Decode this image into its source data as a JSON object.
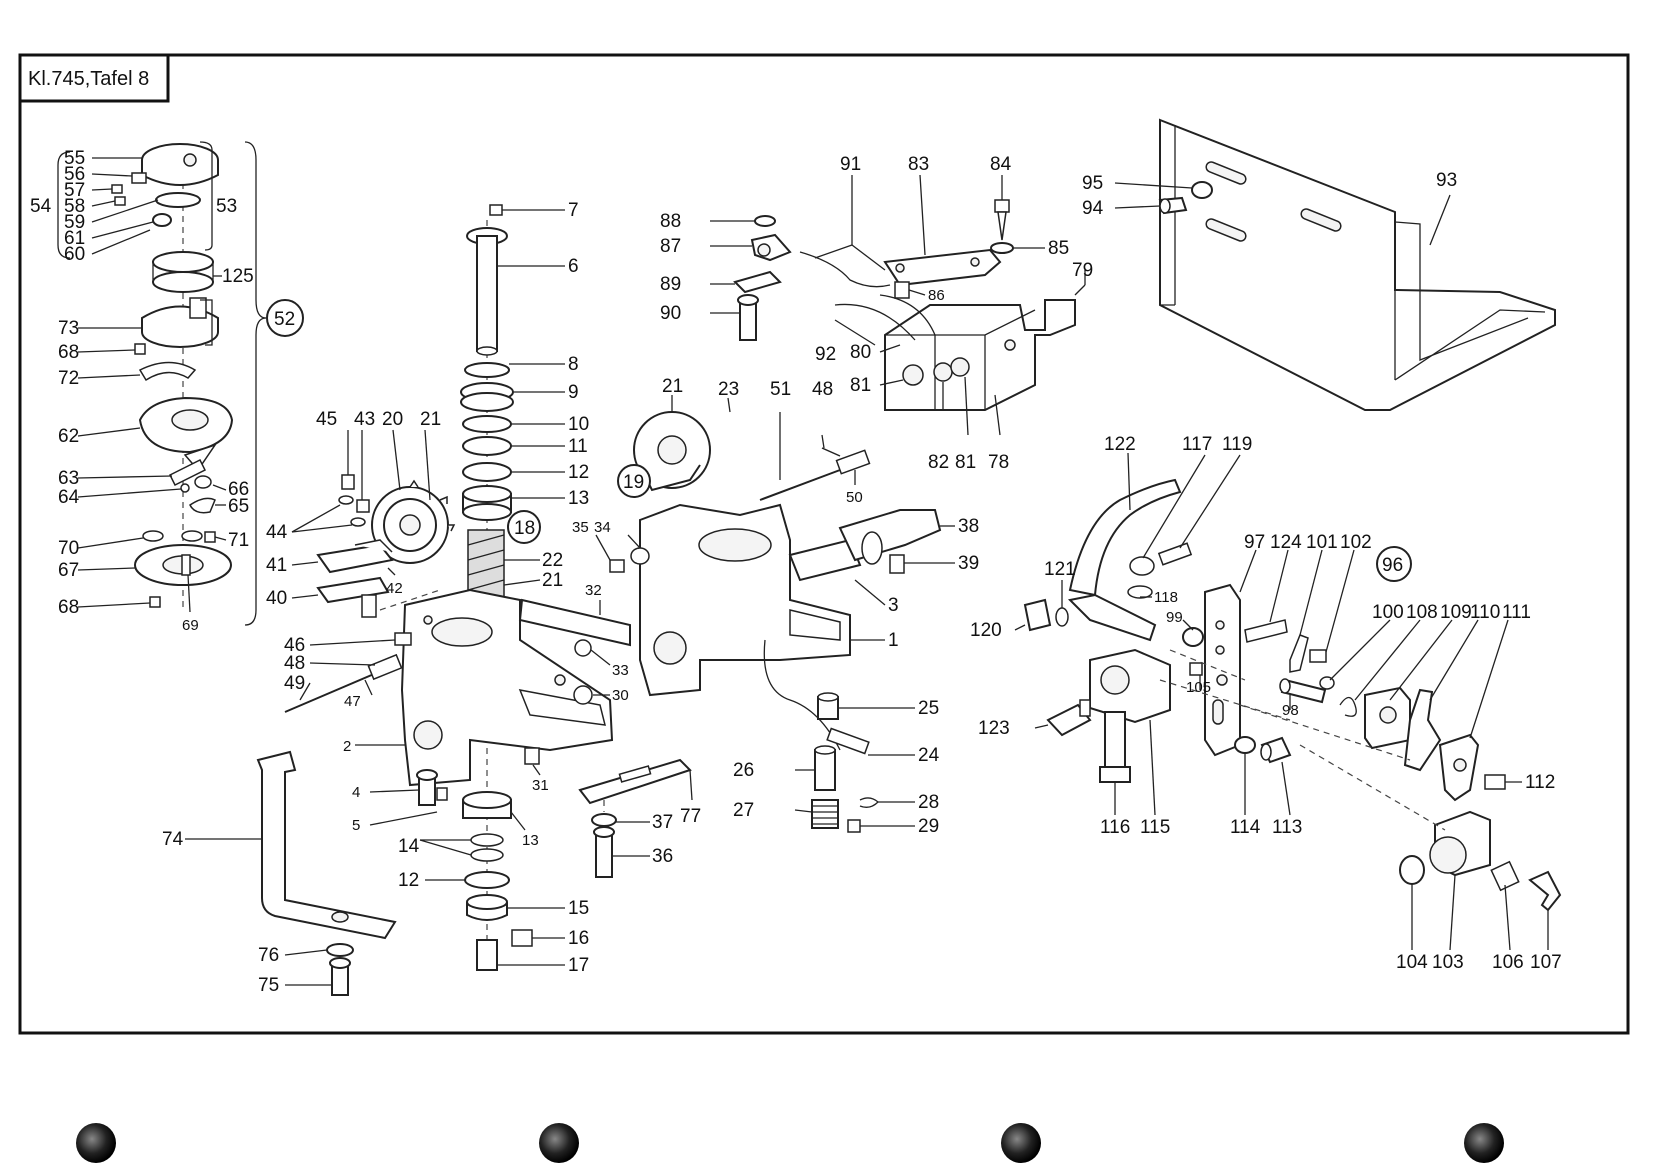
{
  "sheet": {
    "title": "Kl.745,Tafel 8"
  },
  "labels": {
    "n1": "1",
    "n2": "2",
    "n3": "3",
    "n4": "4",
    "n5": "5",
    "n6": "6",
    "n7": "7",
    "n8": "8",
    "n9": "9",
    "n10": "10",
    "n11": "11",
    "n12a": "12",
    "n12b": "12",
    "n13a": "13",
    "n13b": "13",
    "n14": "14",
    "n15": "15",
    "n16": "16",
    "n17": "17",
    "n18": "18",
    "n19": "19",
    "n20": "20",
    "n21a": "21",
    "n21b": "21",
    "n21c": "21",
    "n22": "22",
    "n23": "23",
    "n24": "24",
    "n25": "25",
    "n26": "26",
    "n27": "27",
    "n28": "28",
    "n29": "29",
    "n30": "30",
    "n31": "31",
    "n32": "32",
    "n33": "33",
    "n34": "34",
    "n35": "35",
    "n36": "36",
    "n37": "37",
    "n38": "38",
    "n39": "39",
    "n40": "40",
    "n41": "41",
    "n42": "42",
    "n43": "43",
    "n44": "44",
    "n45": "45",
    "n46": "46",
    "n47": "47",
    "n48a": "48",
    "n48b": "48",
    "n49": "49",
    "n50": "50",
    "n51": "51",
    "n52": "52",
    "n53": "53",
    "n54": "54",
    "n55": "55",
    "n56": "56",
    "n57": "57",
    "n58": "58",
    "n59": "59",
    "n60": "60",
    "n61": "61",
    "n62": "62",
    "n63": "63",
    "n64": "64",
    "n65": "65",
    "n66": "66",
    "n67": "67",
    "n68a": "68",
    "n68b": "68",
    "n69": "69",
    "n70": "70",
    "n71": "71",
    "n72": "72",
    "n73": "73",
    "n74": "74",
    "n75": "75",
    "n76": "76",
    "n77": "77",
    "n78": "78",
    "n79": "79",
    "n80": "80",
    "n81a": "81",
    "n81b": "81",
    "n82": "82",
    "n83": "83",
    "n84": "84",
    "n85": "85",
    "n86": "86",
    "n87": "87",
    "n88": "88",
    "n89": "89",
    "n90": "90",
    "n91": "91",
    "n92": "92",
    "n93": "93",
    "n94": "94",
    "n95": "95",
    "n96": "96",
    "n97": "97",
    "n98": "98",
    "n99": "99",
    "n100": "100",
    "n101": "101",
    "n102": "102",
    "n103": "103",
    "n104": "104",
    "n105": "105",
    "n106": "106",
    "n107": "107",
    "n108": "108",
    "n109": "109",
    "n110": "110",
    "n111": "111",
    "n112": "112",
    "n113": "113",
    "n114": "114",
    "n115": "115",
    "n116": "116",
    "n117": "117",
    "n118": "118",
    "n119": "119",
    "n120": "120",
    "n121": "121",
    "n122": "122",
    "n123": "123",
    "n124": "124",
    "n125": "125"
  },
  "colors": {
    "ink": "#111111",
    "paper": "#ffffff",
    "punch_hole": "#222222"
  },
  "icons": {
    "binder_holes": "punch-hole-icon"
  }
}
